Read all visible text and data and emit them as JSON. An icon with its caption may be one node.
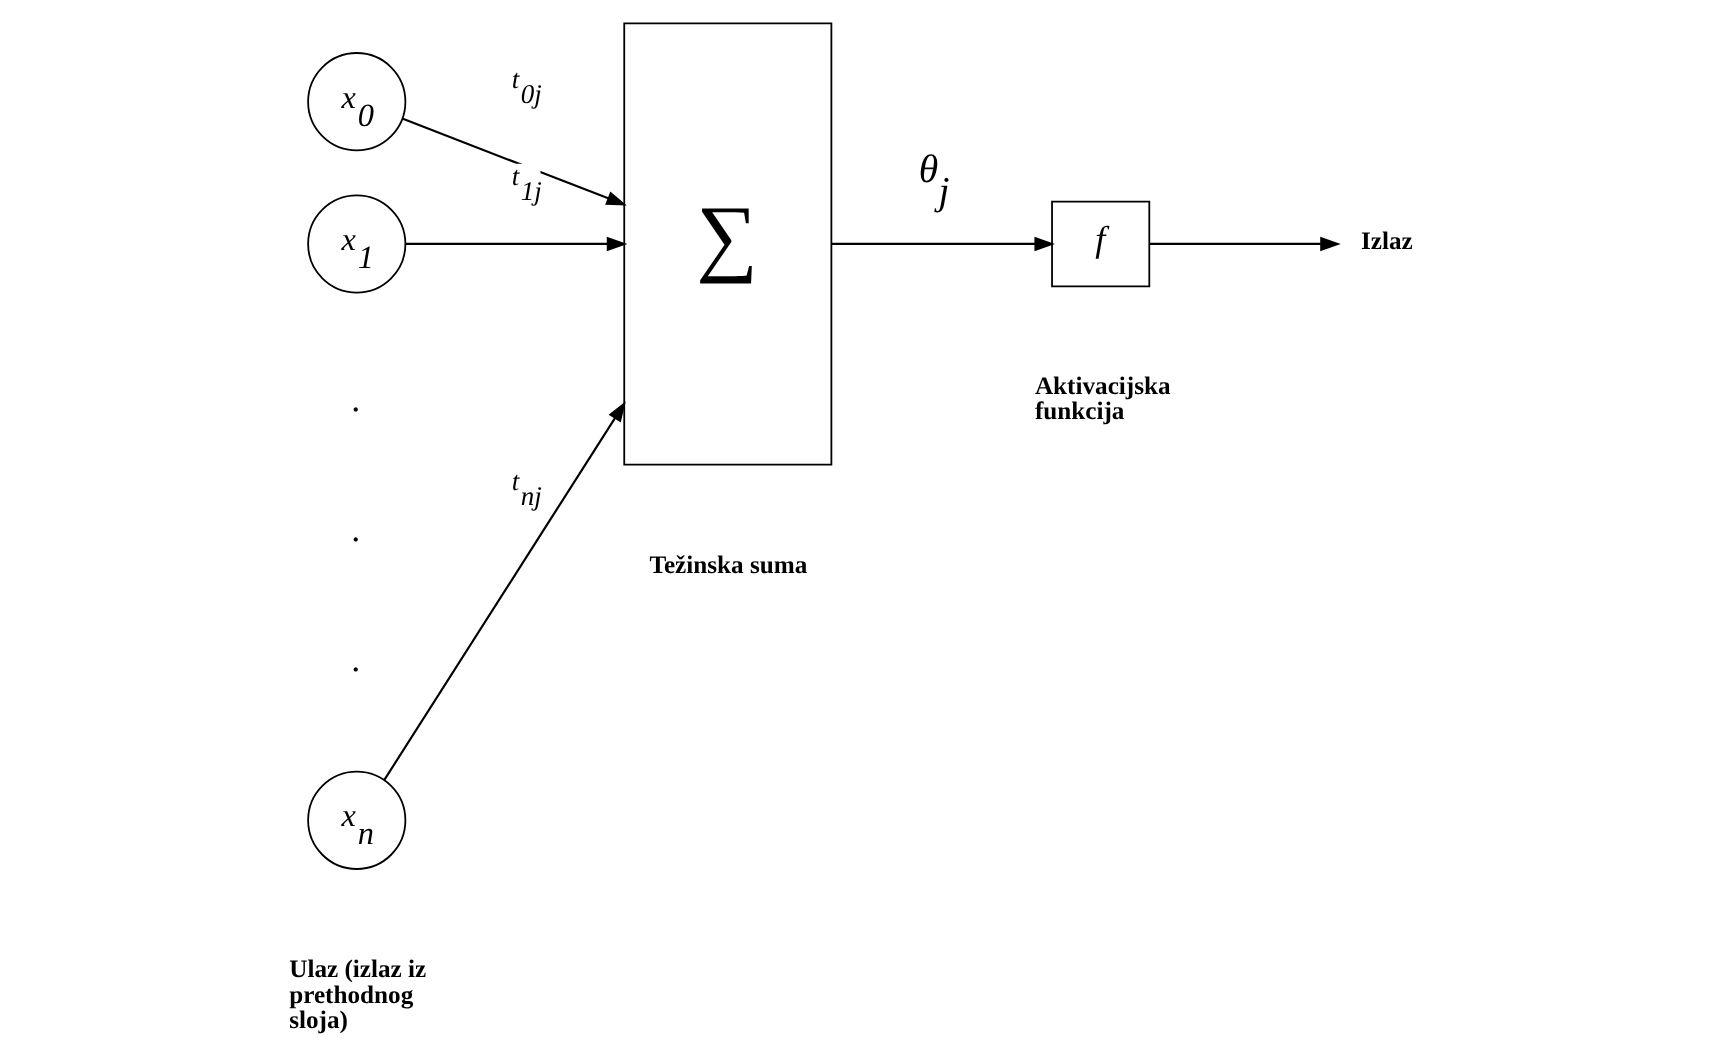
{
  "diagram": {
    "nodes": [
      {
        "text": [
          "x$_{0}$"
        ]
      },
      {
        "text": [
          "x$_{1}$"
        ]
      },
      {
        "text": [
          "x$_{n}$"
        ]
      },
      {
        "text": [
          "∑"
        ]
      },
      {
        "text": [
          "f"
        ]
      },
      {
        "text": [
          "Izlaz"
        ]
      }
    ],
    "edges": [
      {
        "from": 0,
        "to": 3,
        "arrow": "to",
        "label": "t$_{0j}$"
      },
      {
        "from": 1,
        "to": 3,
        "arrow": "to",
        "label": "t$_{1j}$"
      },
      {
        "from": 2,
        "to": 3,
        "arrow": "to",
        "label": "t$_{nj}$"
      },
      {
        "from": 3,
        "to": 4,
        "arrow": "to",
        "label": "θ$_{j}$"
      },
      {
        "from": 4,
        "to": 5,
        "arrow": "to"
      }
    ],
    "labels": [
      ".",
      ".",
      ".",
      "Ulaz (izlaz iz prethodnog sloja)",
      "Težinska suma",
      "Aktivacijska funkcija"
    ]
  }
}
